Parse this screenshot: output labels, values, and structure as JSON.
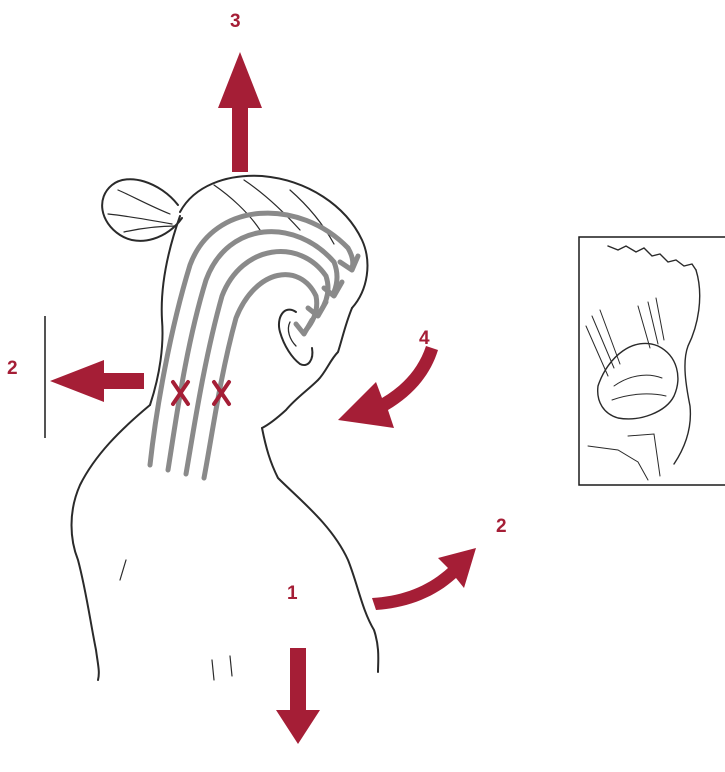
{
  "labels": {
    "arrow_up": "3",
    "arrow_left": "2",
    "arrow_curved_in": "4",
    "arrow_curved_out": "2",
    "arrow_down": "1"
  },
  "colors": {
    "arrow": "#a51e36",
    "label": "#a51e36",
    "flow_lines": "#8a8a8a",
    "sketch": "#2a2a2a",
    "marker": "#a51e36"
  },
  "markers": [
    "x-mark",
    "x-mark"
  ]
}
